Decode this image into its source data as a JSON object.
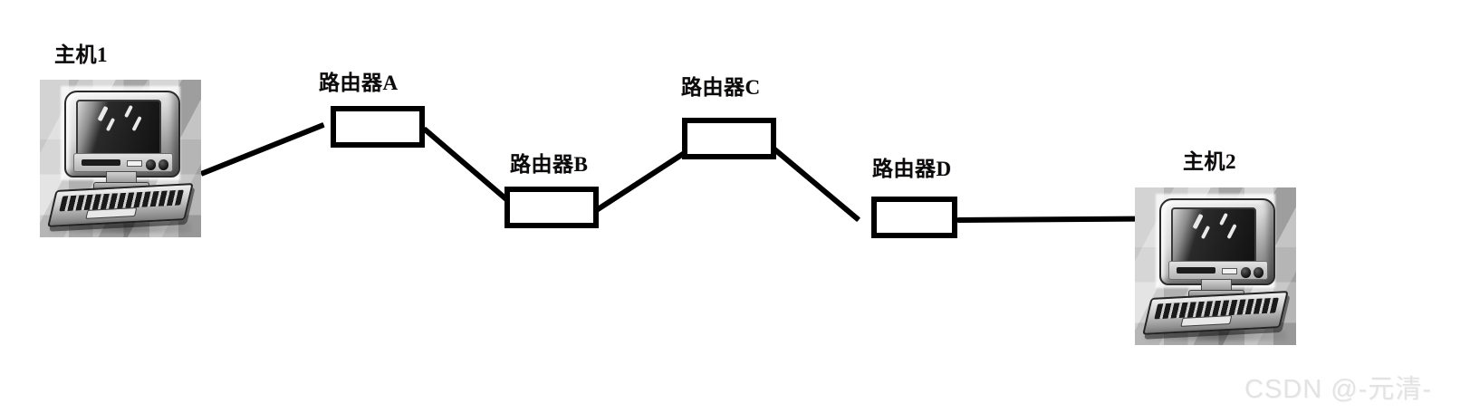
{
  "diagram": {
    "type": "network-topology",
    "title": "",
    "background_color": "#ffffff",
    "line_color": "#000000",
    "hosts": [
      {
        "id": "host1",
        "label": "主机1"
      },
      {
        "id": "host2",
        "label": "主机2"
      }
    ],
    "routers": [
      {
        "id": "routerA",
        "label": "路由器A"
      },
      {
        "id": "routerB",
        "label": "路由器B"
      },
      {
        "id": "routerC",
        "label": "路由器C"
      },
      {
        "id": "routerD",
        "label": "路由器D"
      }
    ],
    "links": [
      {
        "from": "host1",
        "to": "routerA"
      },
      {
        "from": "routerA",
        "to": "routerB"
      },
      {
        "from": "routerB",
        "to": "routerC"
      },
      {
        "from": "routerC",
        "to": "routerD"
      },
      {
        "from": "routerD",
        "to": "host2"
      }
    ]
  },
  "watermark": {
    "text": "CSDN @-元清-"
  }
}
